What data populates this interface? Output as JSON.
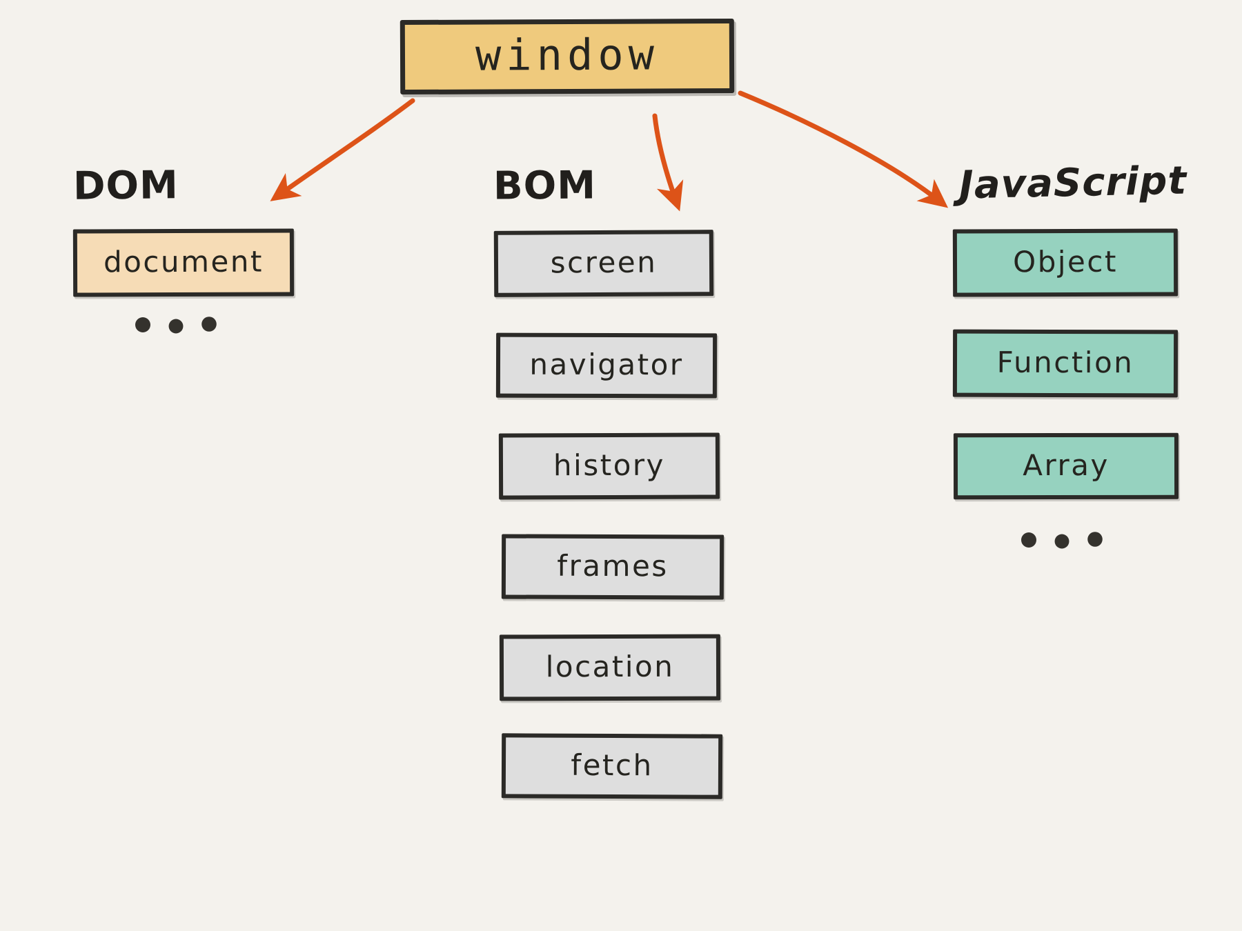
{
  "diagram": {
    "title": "window",
    "background_color": "#f4f2ed",
    "arrow_color": "#dd5318",
    "ink_color": "#2b2a27"
  },
  "root": {
    "label": "window",
    "fill_color": "#efca7d"
  },
  "groups": [
    {
      "id": "dom",
      "heading": "DOM",
      "fill_color": "#f6dcb6",
      "items": [
        {
          "label": "document"
        }
      ],
      "ellipsis": "..."
    },
    {
      "id": "bom",
      "heading": "BOM",
      "fill_color": "#dedede",
      "items": [
        {
          "label": "screen"
        },
        {
          "label": "navigator"
        },
        {
          "label": "history"
        },
        {
          "label": "frames"
        },
        {
          "label": "location"
        },
        {
          "label": "fetch"
        }
      ],
      "ellipsis": ""
    },
    {
      "id": "js",
      "heading": "JavaScript",
      "fill_color": "#96d2bf",
      "items": [
        {
          "label": "Object"
        },
        {
          "label": "Function"
        },
        {
          "label": "Array"
        }
      ],
      "ellipsis": "..."
    }
  ],
  "arrows": [
    {
      "from": "window",
      "to": "DOM"
    },
    {
      "from": "window",
      "to": "BOM"
    },
    {
      "from": "window",
      "to": "JavaScript"
    }
  ]
}
